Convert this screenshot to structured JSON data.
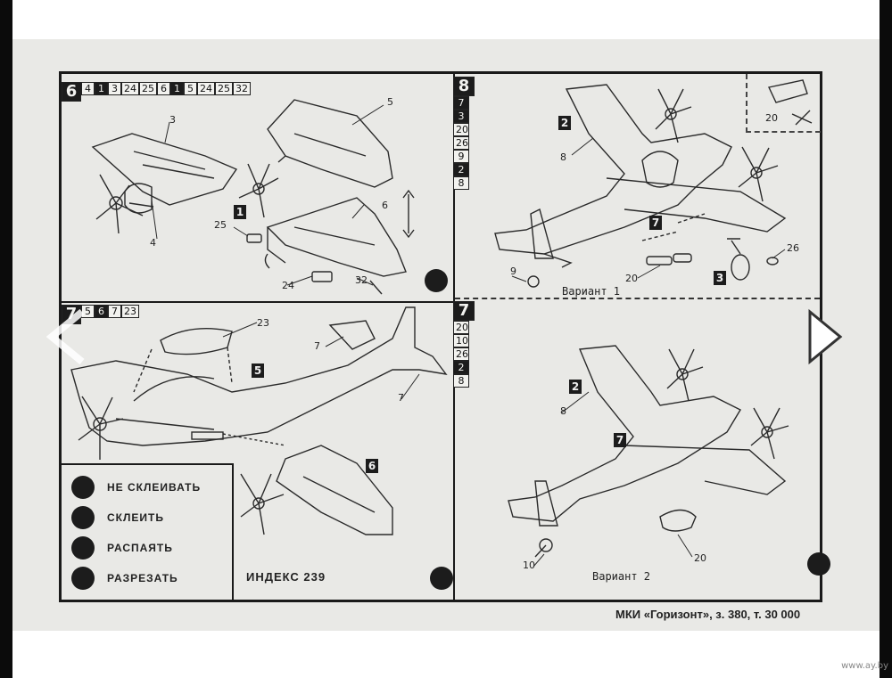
{
  "steps": {
    "s6": {
      "number": "6",
      "parts": [
        "4",
        "1",
        "3",
        "24",
        "25",
        "6",
        "1",
        "5",
        "24",
        "25",
        "32"
      ],
      "dark": [
        false,
        true,
        false,
        false,
        false,
        false,
        true,
        false,
        false,
        false,
        false
      ]
    },
    "s7": {
      "number": "7",
      "parts": [
        "5",
        "6",
        "7",
        "23"
      ],
      "dark": [
        false,
        true,
        false,
        false
      ]
    },
    "s8": {
      "number": "8",
      "parts": [
        "7",
        "3",
        "20",
        "26",
        "9",
        "2",
        "8"
      ],
      "dark": [
        true,
        true,
        false,
        false,
        false,
        true,
        false
      ]
    },
    "s7b": {
      "number": "7",
      "parts": [
        "20",
        "10",
        "26",
        "2",
        "8"
      ],
      "dark": [
        false,
        false,
        false,
        true,
        false
      ]
    }
  },
  "callouts": {
    "c3": "3",
    "c5": "5",
    "c4": "4",
    "c1": "1",
    "c25": "25",
    "c6": "6",
    "c24": "24",
    "c32": "32",
    "c23": "23",
    "c7a": "7",
    "c5b": "5",
    "c7b": "7",
    "c6b": "6",
    "c2a": "2",
    "c8a": "8",
    "c20a": "20",
    "c7c": "7",
    "c20b": "20",
    "c26": "26",
    "c3b": "3",
    "c9": "9",
    "c2b": "2",
    "c8b": "8",
    "c7d": "7",
    "c20c": "20",
    "c10": "10"
  },
  "variants": {
    "v1": "Вариант  1",
    "v2": "Вариант  2"
  },
  "legend": [
    {
      "label": "НЕ СКЛЕИВАТЬ",
      "icon": "no-glue-icon"
    },
    {
      "label": "СКЛЕИТЬ",
      "icon": "glue-icon"
    },
    {
      "label": "РАСПАЯТЬ",
      "icon": "solder-icon"
    },
    {
      "label": "РАЗРЕЗАТЬ",
      "icon": "cut-icon"
    }
  ],
  "index_label": "ИНДЕКС 239",
  "footer": "МКИ «Горизонт»,  з. 380,  т. 30 000",
  "watermark": "www.ay.by",
  "nav": {
    "prev": "previous-arrow-icon",
    "next": "next-arrow-icon"
  }
}
